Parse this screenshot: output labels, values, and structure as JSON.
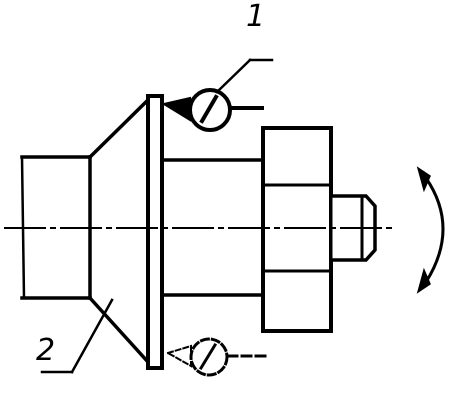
{
  "labels": {
    "item_1": "1",
    "item_2": "2"
  },
  "colors": {
    "ink": "#000000",
    "background": "#ffffff"
  },
  "parts": {
    "item_1": "dial-indicator",
    "item_2": "tapered-faceplate",
    "rotation": "double-arrow-rotation"
  }
}
